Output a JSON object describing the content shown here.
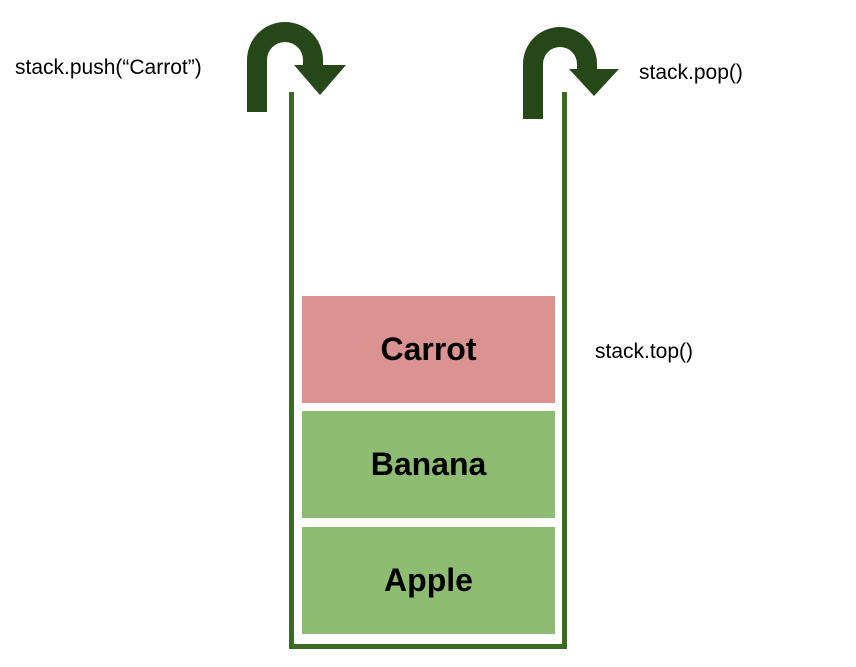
{
  "operations": {
    "push_label": "stack.push(“Carrot”)",
    "pop_label": "stack.pop()",
    "top_label": "stack.top()"
  },
  "stack": {
    "items": [
      {
        "label": "Carrot",
        "color": "#da9390"
      },
      {
        "label": "Banana",
        "color": "#8fbc73"
      },
      {
        "label": "Apple",
        "color": "#8fbc73"
      }
    ],
    "border_color": "#3a6b24"
  },
  "icons": {
    "push_arrow": "curved-arrow-down-icon",
    "pop_arrow": "curved-arrow-down-icon",
    "arrow_color": "#264718"
  }
}
